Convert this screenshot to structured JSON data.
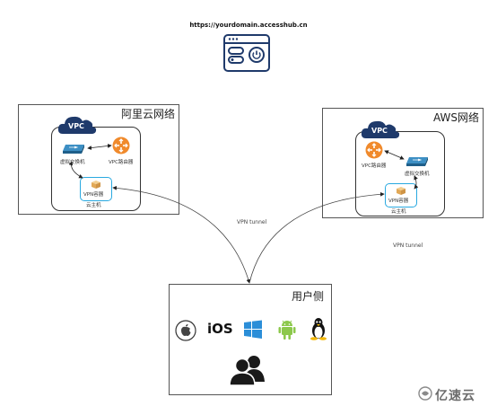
{
  "header": {
    "url": "https://yourdomain.accesshub.cn"
  },
  "aliyun": {
    "title": "阿里云网络",
    "vpc_badge": "VPC",
    "switch_label": "虚拟交换机",
    "router_label": "VPC路由器",
    "vpn_label": "VPN容器",
    "host_label": "云主机"
  },
  "aws": {
    "title": "AWS网络",
    "vpc_badge": "VPC",
    "router_label": "VPC路由器",
    "switch_label": "虚拟交换机",
    "vpn_label": "VPN容器",
    "host_label": "云主机"
  },
  "tunnels": {
    "left_label": "VPN tunnel",
    "right_label": "VPN tunnel"
  },
  "user_side": {
    "title": "用户侧",
    "ios_text": "iOS",
    "icons": [
      "apple-icon",
      "ios-icon",
      "windows-icon",
      "android-icon",
      "linux-icon",
      "users-icon"
    ]
  },
  "watermark": {
    "text": "亿速云"
  },
  "colors": {
    "cloud": "#1f3a6b",
    "router": "#f08a2c",
    "switch": "#2a6f99",
    "vpn_border": "#29a9e0",
    "box": "#e8b86a",
    "windows": "#2b8ed8",
    "android": "#8cc84b"
  }
}
